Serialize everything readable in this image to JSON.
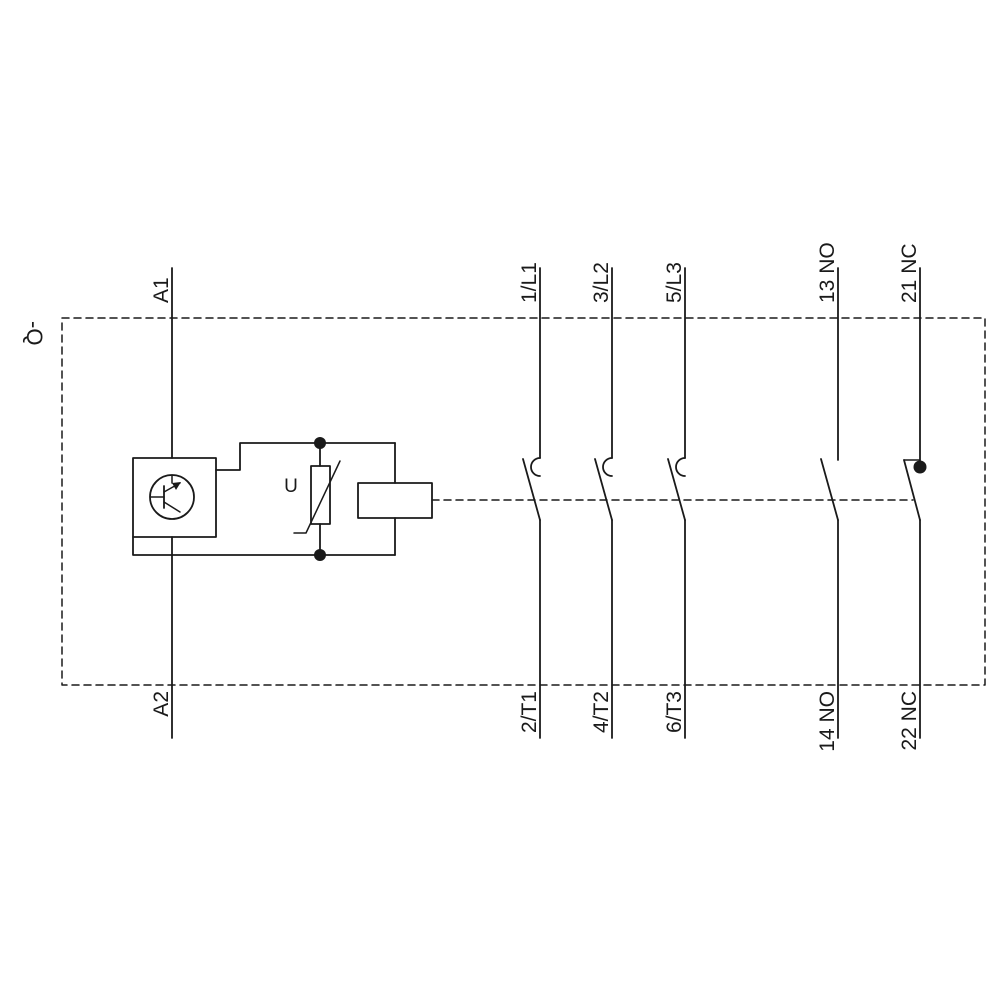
{
  "diagram": {
    "kind": "contactor-wiring-schematic",
    "designator": "-Q",
    "colors": {
      "line": "#1a1a1a",
      "background": "#ffffff"
    },
    "coil": {
      "terminal_top": "A1",
      "terminal_bottom": "A2",
      "varistor_label": "U"
    },
    "main_poles": [
      {
        "terminal_top": "1/L1",
        "terminal_bottom": "2/T1"
      },
      {
        "terminal_top": "3/L2",
        "terminal_bottom": "4/T2"
      },
      {
        "terminal_top": "5/L3",
        "terminal_bottom": "6/T3"
      }
    ],
    "aux_contacts": [
      {
        "terminal_top": "13 NO",
        "terminal_bottom": "14 NO",
        "contact_type": "NO"
      },
      {
        "terminal_top": "21 NC",
        "terminal_bottom": "22 NC",
        "contact_type": "NC"
      }
    ]
  }
}
